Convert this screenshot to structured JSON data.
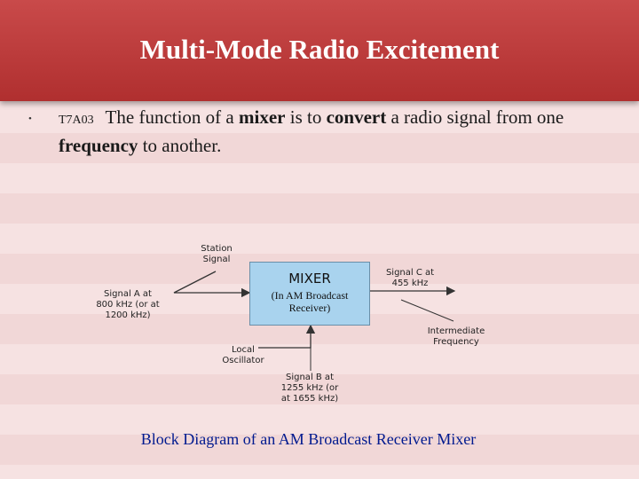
{
  "slide": {
    "title": "Multi-Mode Radio Excitement",
    "bullet": {
      "code": "T7A03",
      "segments": [
        {
          "text": "The function of a ",
          "bold": false
        },
        {
          "text": "mixer",
          "bold": true
        },
        {
          "text": " is to ",
          "bold": false
        },
        {
          "text": "convert",
          "bold": true
        },
        {
          "text": " a radio signal from one ",
          "bold": false
        },
        {
          "text": "frequency",
          "bold": true
        },
        {
          "text": " to another.",
          "bold": false
        }
      ]
    },
    "caption": "Block Diagram of an AM Broadcast Receiver Mixer"
  },
  "diagram": {
    "mixer_title": "MIXER",
    "mixer_subtitle": "(In AM Broadcast\nReceiver)",
    "station_signal": "Station\nSignal",
    "signal_a": "Signal A at\n800 kHz (or at\n1200 kHz)",
    "signal_c": "Signal C at\n455 kHz",
    "intermediate_frequency": "Intermediate\nFrequency",
    "local_oscillator": "Local\nOscillator",
    "signal_b": "Signal B at\n1255 kHz (or\nat 1655 kHz)",
    "colors": {
      "title_bar": "#b83636",
      "mixer_box": "#a9d3ee",
      "caption_text": "#001a8f"
    }
  }
}
